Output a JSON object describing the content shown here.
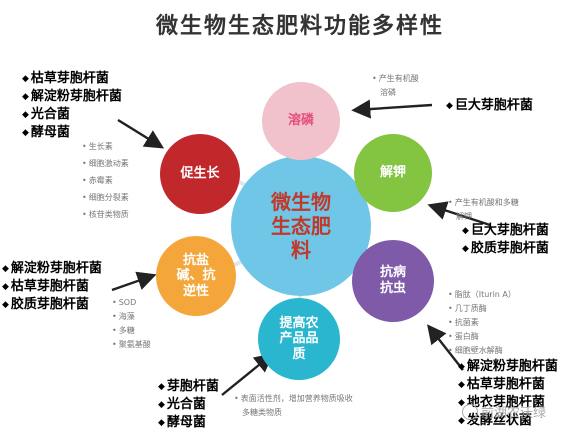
{
  "title": "微生物生态肥料功能多样性",
  "center": {
    "label": "微生物生态肥料",
    "line1": "微生物",
    "line2": "生态肥",
    "line3": "料",
    "color": "#6fc6e6"
  },
  "nodes": {
    "rongp": {
      "label": "溶磷",
      "color": "#f2c2cc",
      "text_color": "#e4527a"
    },
    "jiejia": {
      "label": "解钾",
      "color": "#83c440"
    },
    "kangbing": {
      "label": "抗病抗虫",
      "line1": "抗病",
      "line2": "抗虫",
      "color": "#7e5aa8"
    },
    "tigao": {
      "label": "提高农产品品质",
      "line1": "提高农",
      "line2": "产品品",
      "line3": "质",
      "color": "#29b6ce"
    },
    "kangyan": {
      "label": "抗盐碱、抗逆性",
      "line1": "抗盐",
      "line2": "碱、抗",
      "line3": "逆性",
      "color": "#f4a63a"
    },
    "cusheng": {
      "label": "促生长",
      "color": "#c0282c"
    }
  },
  "lists": {
    "cusheng": [
      "枯草芽胞杆菌",
      "解淀粉芽胞杆菌",
      "光合菌",
      "酵母菌"
    ],
    "rongp": [
      "巨大芽胞杆菌"
    ],
    "jiejia": [
      "巨大芽胞杆菌",
      "胶质芽胞杆菌"
    ],
    "kangyan": [
      "解淀粉芽胞杆菌",
      "枯草芽胞杆菌",
      "胶质芽胞杆菌"
    ],
    "tigao": [
      "芽胞杆菌",
      "光合菌",
      "酵母菌"
    ],
    "kangbing": [
      "解淀粉芽胞杆菌",
      "枯草芽胞杆菌",
      "地衣芽胞杆菌",
      "发酵丝状菌"
    ]
  },
  "notes": {
    "rongp": [
      "产生有机酸",
      "溶磷"
    ],
    "cusheng": [
      "生长素",
      "细胞激动素",
      "赤霉素",
      "细胞分裂素",
      "核苷类物质"
    ],
    "jiejia": [
      "产生有机酸和多糖",
      "解钾"
    ],
    "kangyan": [
      "SOD",
      "海藻",
      "多糖",
      "聚氨基酸"
    ],
    "kangbing": [
      "脂肽（Iturin A）",
      "几丁质酶",
      "抗菌素",
      "蛋白酶",
      "细胞壁水解酶"
    ],
    "tigao": [
      "表面活性剂，增加营养物质吸收",
      "多糖类物质"
    ]
  },
  "watermark": "前湖农沃绿"
}
